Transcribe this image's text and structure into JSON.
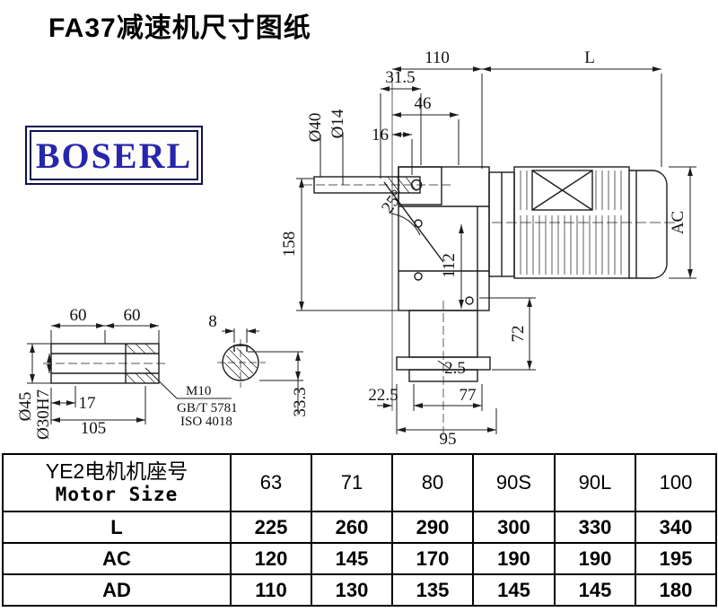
{
  "page": {
    "title": "FA37减速机尺寸图纸"
  },
  "logo": {
    "text": "BOSERL"
  },
  "drawing": {
    "main_view": {
      "dim_110": "110",
      "dim_L": "L",
      "dim_31_5": "31.5",
      "dim_46": "46",
      "dim_16": "16",
      "dim_dia40": "Ø40",
      "dim_dia14": "Ø14",
      "dim_angle": "25°",
      "dim_158": "158",
      "dim_112": "112",
      "dim_AC": "AC",
      "dim_72": "72",
      "dim_2_5": "2.5",
      "dim_22_5": "22.5",
      "dim_77": "77",
      "dim_95": "95"
    },
    "shaft_detail": {
      "dim_60_left": "60",
      "dim_60_right": "60",
      "dim_dia45": "Ø45",
      "dim_dia30": "Ø30H7",
      "dim_17": "17",
      "dim_105": "105",
      "dim_8": "8",
      "dim_33_3": "33.3",
      "thread_spec": "M10",
      "standard_1": "GB/T 5781",
      "standard_2": "ISO 4018"
    }
  },
  "table": {
    "header": {
      "line1": "YE2电机机座号",
      "line2": "Motor Size"
    },
    "columns": [
      "63",
      "71",
      "80",
      "90S",
      "90L",
      "100"
    ],
    "rows": [
      {
        "label": "L",
        "values": [
          "225",
          "260",
          "290",
          "300",
          "330",
          "340"
        ]
      },
      {
        "label": "AC",
        "values": [
          "120",
          "145",
          "170",
          "190",
          "190",
          "195"
        ]
      },
      {
        "label": "AD",
        "values": [
          "110",
          "130",
          "135",
          "145",
          "145",
          "180"
        ]
      }
    ]
  }
}
